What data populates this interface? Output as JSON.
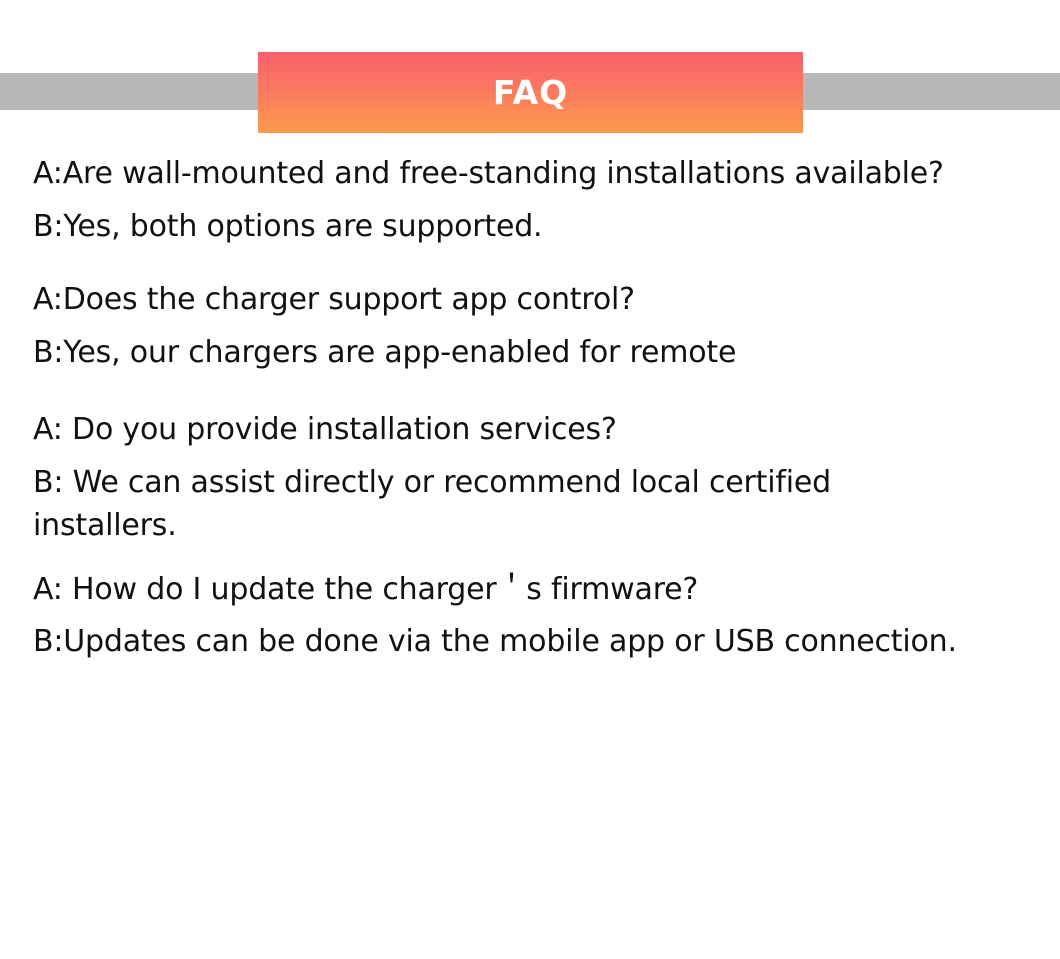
{
  "header": {
    "banner_title": "FAQ",
    "banner_gradient_start": "#fa5f6d",
    "banner_gradient_end": "#fc9a4b",
    "rule_color": "#b7b7b7",
    "title_color": "#ffffff"
  },
  "faq": {
    "text_color": "#111111",
    "groups": [
      {
        "question": "A:Are wall-mounted and free-standing installations available?",
        "answer": "B:Yes, both options are supported."
      },
      {
        "question": "A:Does the charger support app control?",
        "answer": "B:Yes, our chargers are app-enabled for remote"
      },
      {
        "question": "A: Do you provide installation services?",
        "answer": "B: We can assist directly or recommend local certified installers."
      },
      {
        "question": "A: How do I update the charger＇s firmware?",
        "answer": "B:Updates can be done via the mobile app or USB connection."
      }
    ]
  }
}
